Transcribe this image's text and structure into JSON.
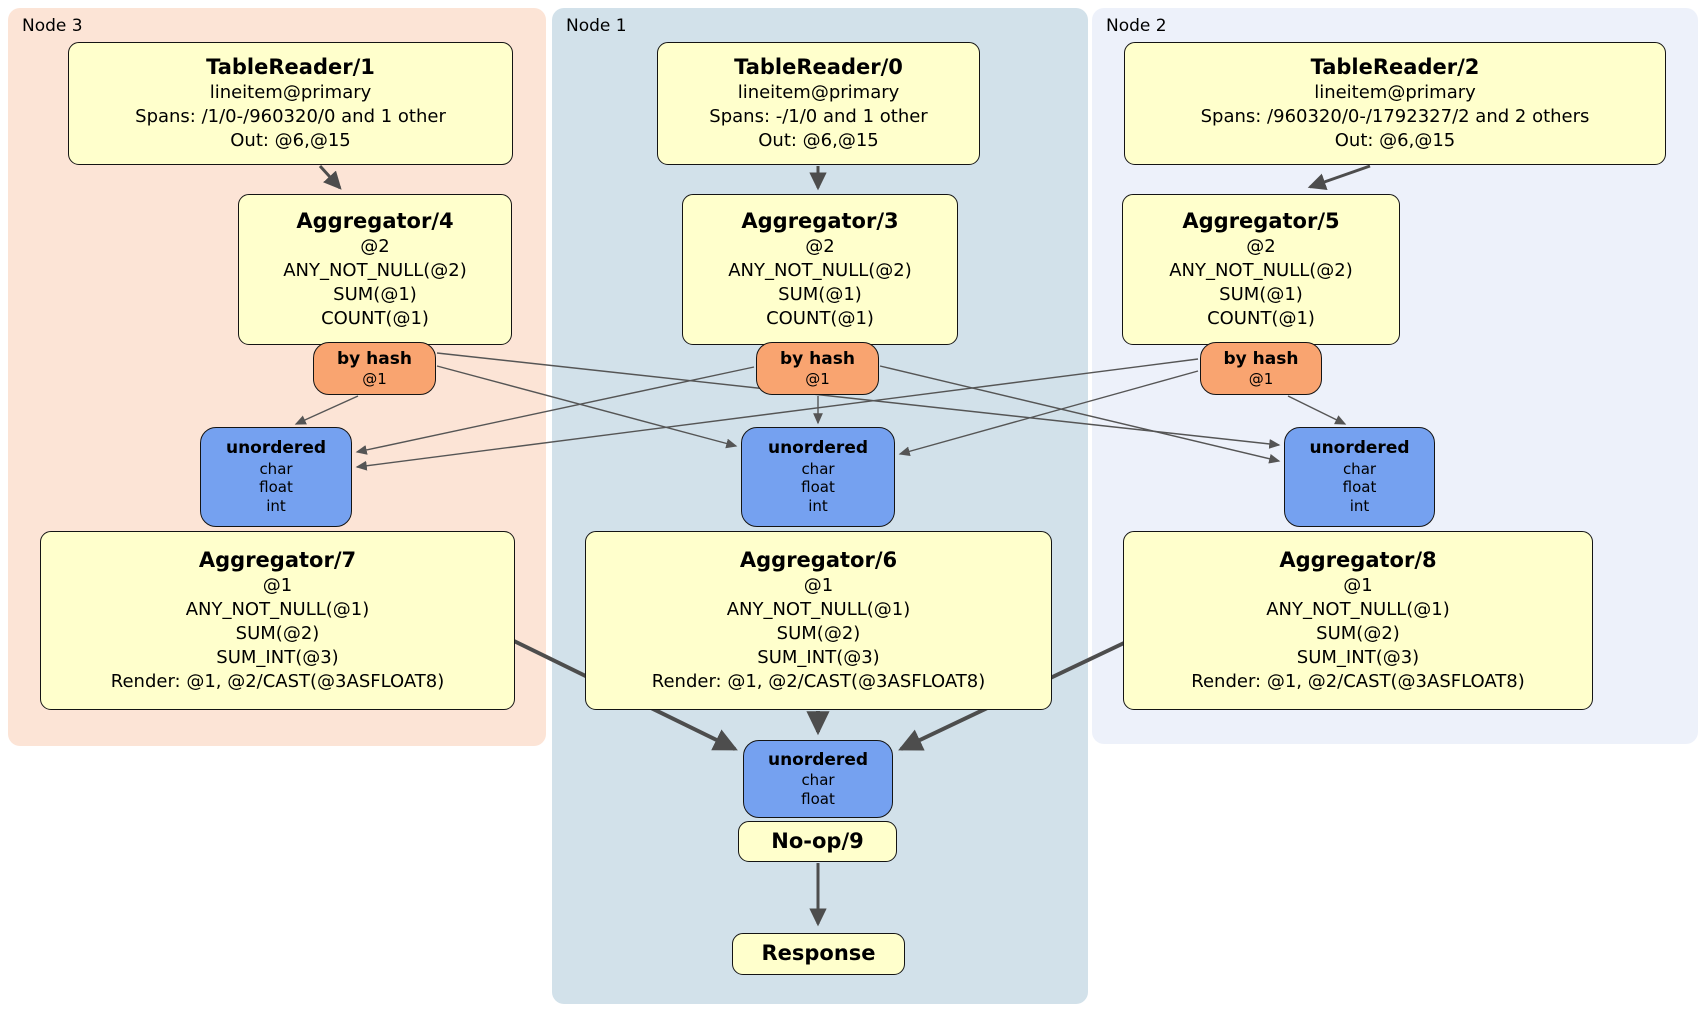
{
  "groups": {
    "node3": {
      "label": "Node 3"
    },
    "node1": {
      "label": "Node 1"
    },
    "node2": {
      "label": "Node 2"
    }
  },
  "processors": {
    "tr1": {
      "title": "TableReader/1",
      "lines": [
        "lineitem@primary",
        "Spans: /1/0-/960320/0 and 1 other",
        "Out: @6,@15"
      ]
    },
    "tr0": {
      "title": "TableReader/0",
      "lines": [
        "lineitem@primary",
        "Spans: -/1/0 and 1 other",
        "Out: @6,@15"
      ]
    },
    "tr2": {
      "title": "TableReader/2",
      "lines": [
        "lineitem@primary",
        "Spans: /960320/0-/1792327/2 and 2 others",
        "Out: @6,@15"
      ]
    },
    "agg4": {
      "title": "Aggregator/4",
      "lines": [
        "@2",
        "ANY_NOT_NULL(@2)",
        "SUM(@1)",
        "COUNT(@1)"
      ]
    },
    "agg3": {
      "title": "Aggregator/3",
      "lines": [
        "@2",
        "ANY_NOT_NULL(@2)",
        "SUM(@1)",
        "COUNT(@1)"
      ]
    },
    "agg5": {
      "title": "Aggregator/5",
      "lines": [
        "@2",
        "ANY_NOT_NULL(@2)",
        "SUM(@1)",
        "COUNT(@1)"
      ]
    },
    "agg7": {
      "title": "Aggregator/7",
      "lines": [
        "@1",
        "ANY_NOT_NULL(@1)",
        "SUM(@2)",
        "SUM_INT(@3)",
        "Render: @1, @2/CAST(@3ASFLOAT8)"
      ]
    },
    "agg6": {
      "title": "Aggregator/6",
      "lines": [
        "@1",
        "ANY_NOT_NULL(@1)",
        "SUM(@2)",
        "SUM_INT(@3)",
        "Render: @1, @2/CAST(@3ASFLOAT8)"
      ]
    },
    "agg8": {
      "title": "Aggregator/8",
      "lines": [
        "@1",
        "ANY_NOT_NULL(@1)",
        "SUM(@2)",
        "SUM_INT(@3)",
        "Render: @1, @2/CAST(@3ASFLOAT8)"
      ]
    },
    "noop": {
      "title": "No-op/9"
    },
    "response": {
      "title": "Response"
    }
  },
  "routers": {
    "bh3": {
      "title": "by hash",
      "sub": "@1"
    },
    "bh1": {
      "title": "by hash",
      "sub": "@1"
    },
    "bh5": {
      "title": "by hash",
      "sub": "@1"
    }
  },
  "syncs": {
    "s3": {
      "title": "unordered",
      "types": [
        "char",
        "float",
        "int"
      ]
    },
    "s1": {
      "title": "unordered",
      "types": [
        "char",
        "float",
        "int"
      ]
    },
    "s2": {
      "title": "unordered",
      "types": [
        "char",
        "float",
        "int"
      ]
    },
    "fs": {
      "title": "unordered",
      "types": [
        "char",
        "float"
      ]
    }
  },
  "colors": {
    "node3_bg": "#fce4d6",
    "node1_bg": "#d2e1ea",
    "node2_bg": "#edf1fa",
    "processor_bg": "#ffffcc",
    "router_bg": "#f9a470",
    "sync_bg": "#75a1f0",
    "edge": "#555555"
  }
}
